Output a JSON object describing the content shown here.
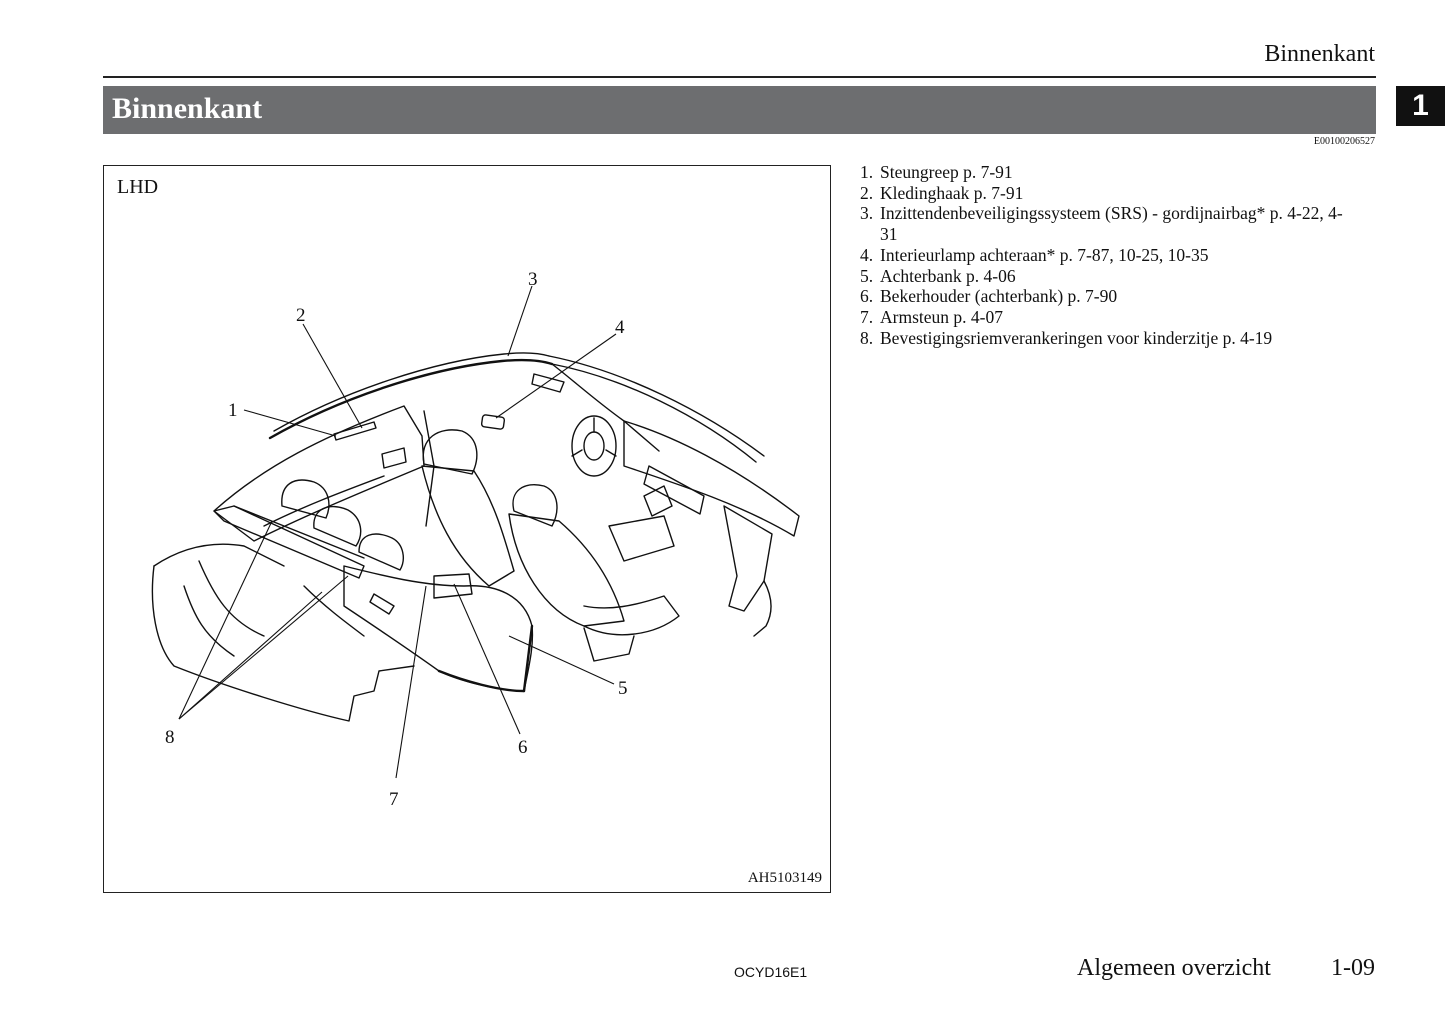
{
  "header": {
    "running_head": "Binnenkant",
    "title": "Binnenkant",
    "chapter_tab": "1",
    "section_code": "E00100206527"
  },
  "figure": {
    "variant_label": "LHD",
    "figure_code": "AH5103149",
    "callouts": [
      "1",
      "2",
      "3",
      "4",
      "5",
      "6",
      "7",
      "8"
    ]
  },
  "legend": {
    "items": [
      {
        "number": "1.",
        "text": "Steungreep p. 7-91"
      },
      {
        "number": "2.",
        "text": "Kledinghaak p. 7-91"
      },
      {
        "number": "3.",
        "text": "Inzittendenbeveiligingssysteem (SRS) - gordijnairbag* p. 4-22, 4-31"
      },
      {
        "number": "4.",
        "text": "Interieurlamp achteraan* p. 7-87, 10-25, 10-35"
      },
      {
        "number": "5.",
        "text": "Achterbank p. 4-06"
      },
      {
        "number": "6.",
        "text": "Bekerhouder (achterbank) p. 7-90"
      },
      {
        "number": "7.",
        "text": "Armsteun p. 4-07"
      },
      {
        "number": "8.",
        "text": "Bevestigingsriemverankeringen voor kinderzitje p. 4-19"
      }
    ]
  },
  "footer": {
    "document_code": "OCYD16E1",
    "section_name": "Algemeen overzicht",
    "page_number": "1-09"
  }
}
